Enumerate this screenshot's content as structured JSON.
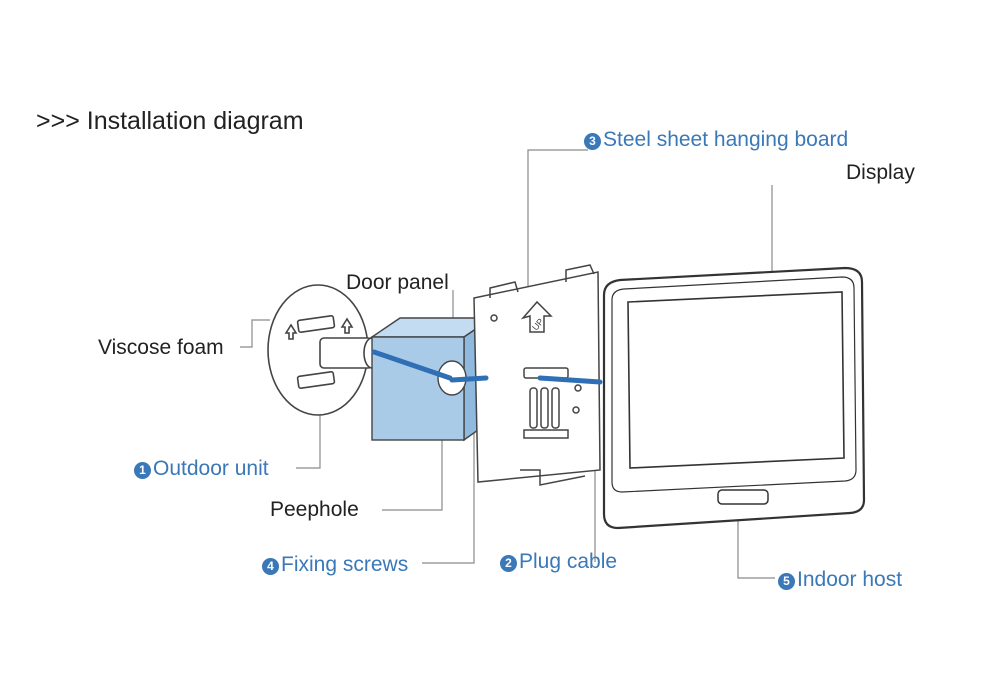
{
  "title": ">>> Installation diagram",
  "labels": {
    "door_panel": "Door panel",
    "viscose_foam": "Viscose foam",
    "peephole": "Peephole",
    "display": "Display",
    "outdoor_unit": {
      "num": "1",
      "text": "Outdoor unit"
    },
    "plug_cable": {
      "num": "2",
      "text": "Plug cable"
    },
    "steel_sheet": {
      "num": "3",
      "text": "Steel sheet hanging board"
    },
    "fixing_screws": {
      "num": "4",
      "text": "Fixing screws"
    },
    "indoor_host": {
      "num": "5",
      "text": "Indoor host"
    }
  },
  "plate_arrow_text": "UP",
  "colors": {
    "accent_blue": "#3a78b8",
    "door_panel_fill": "#a9cbe8",
    "cable": "#2f6fb5",
    "line_art": "#444444"
  }
}
